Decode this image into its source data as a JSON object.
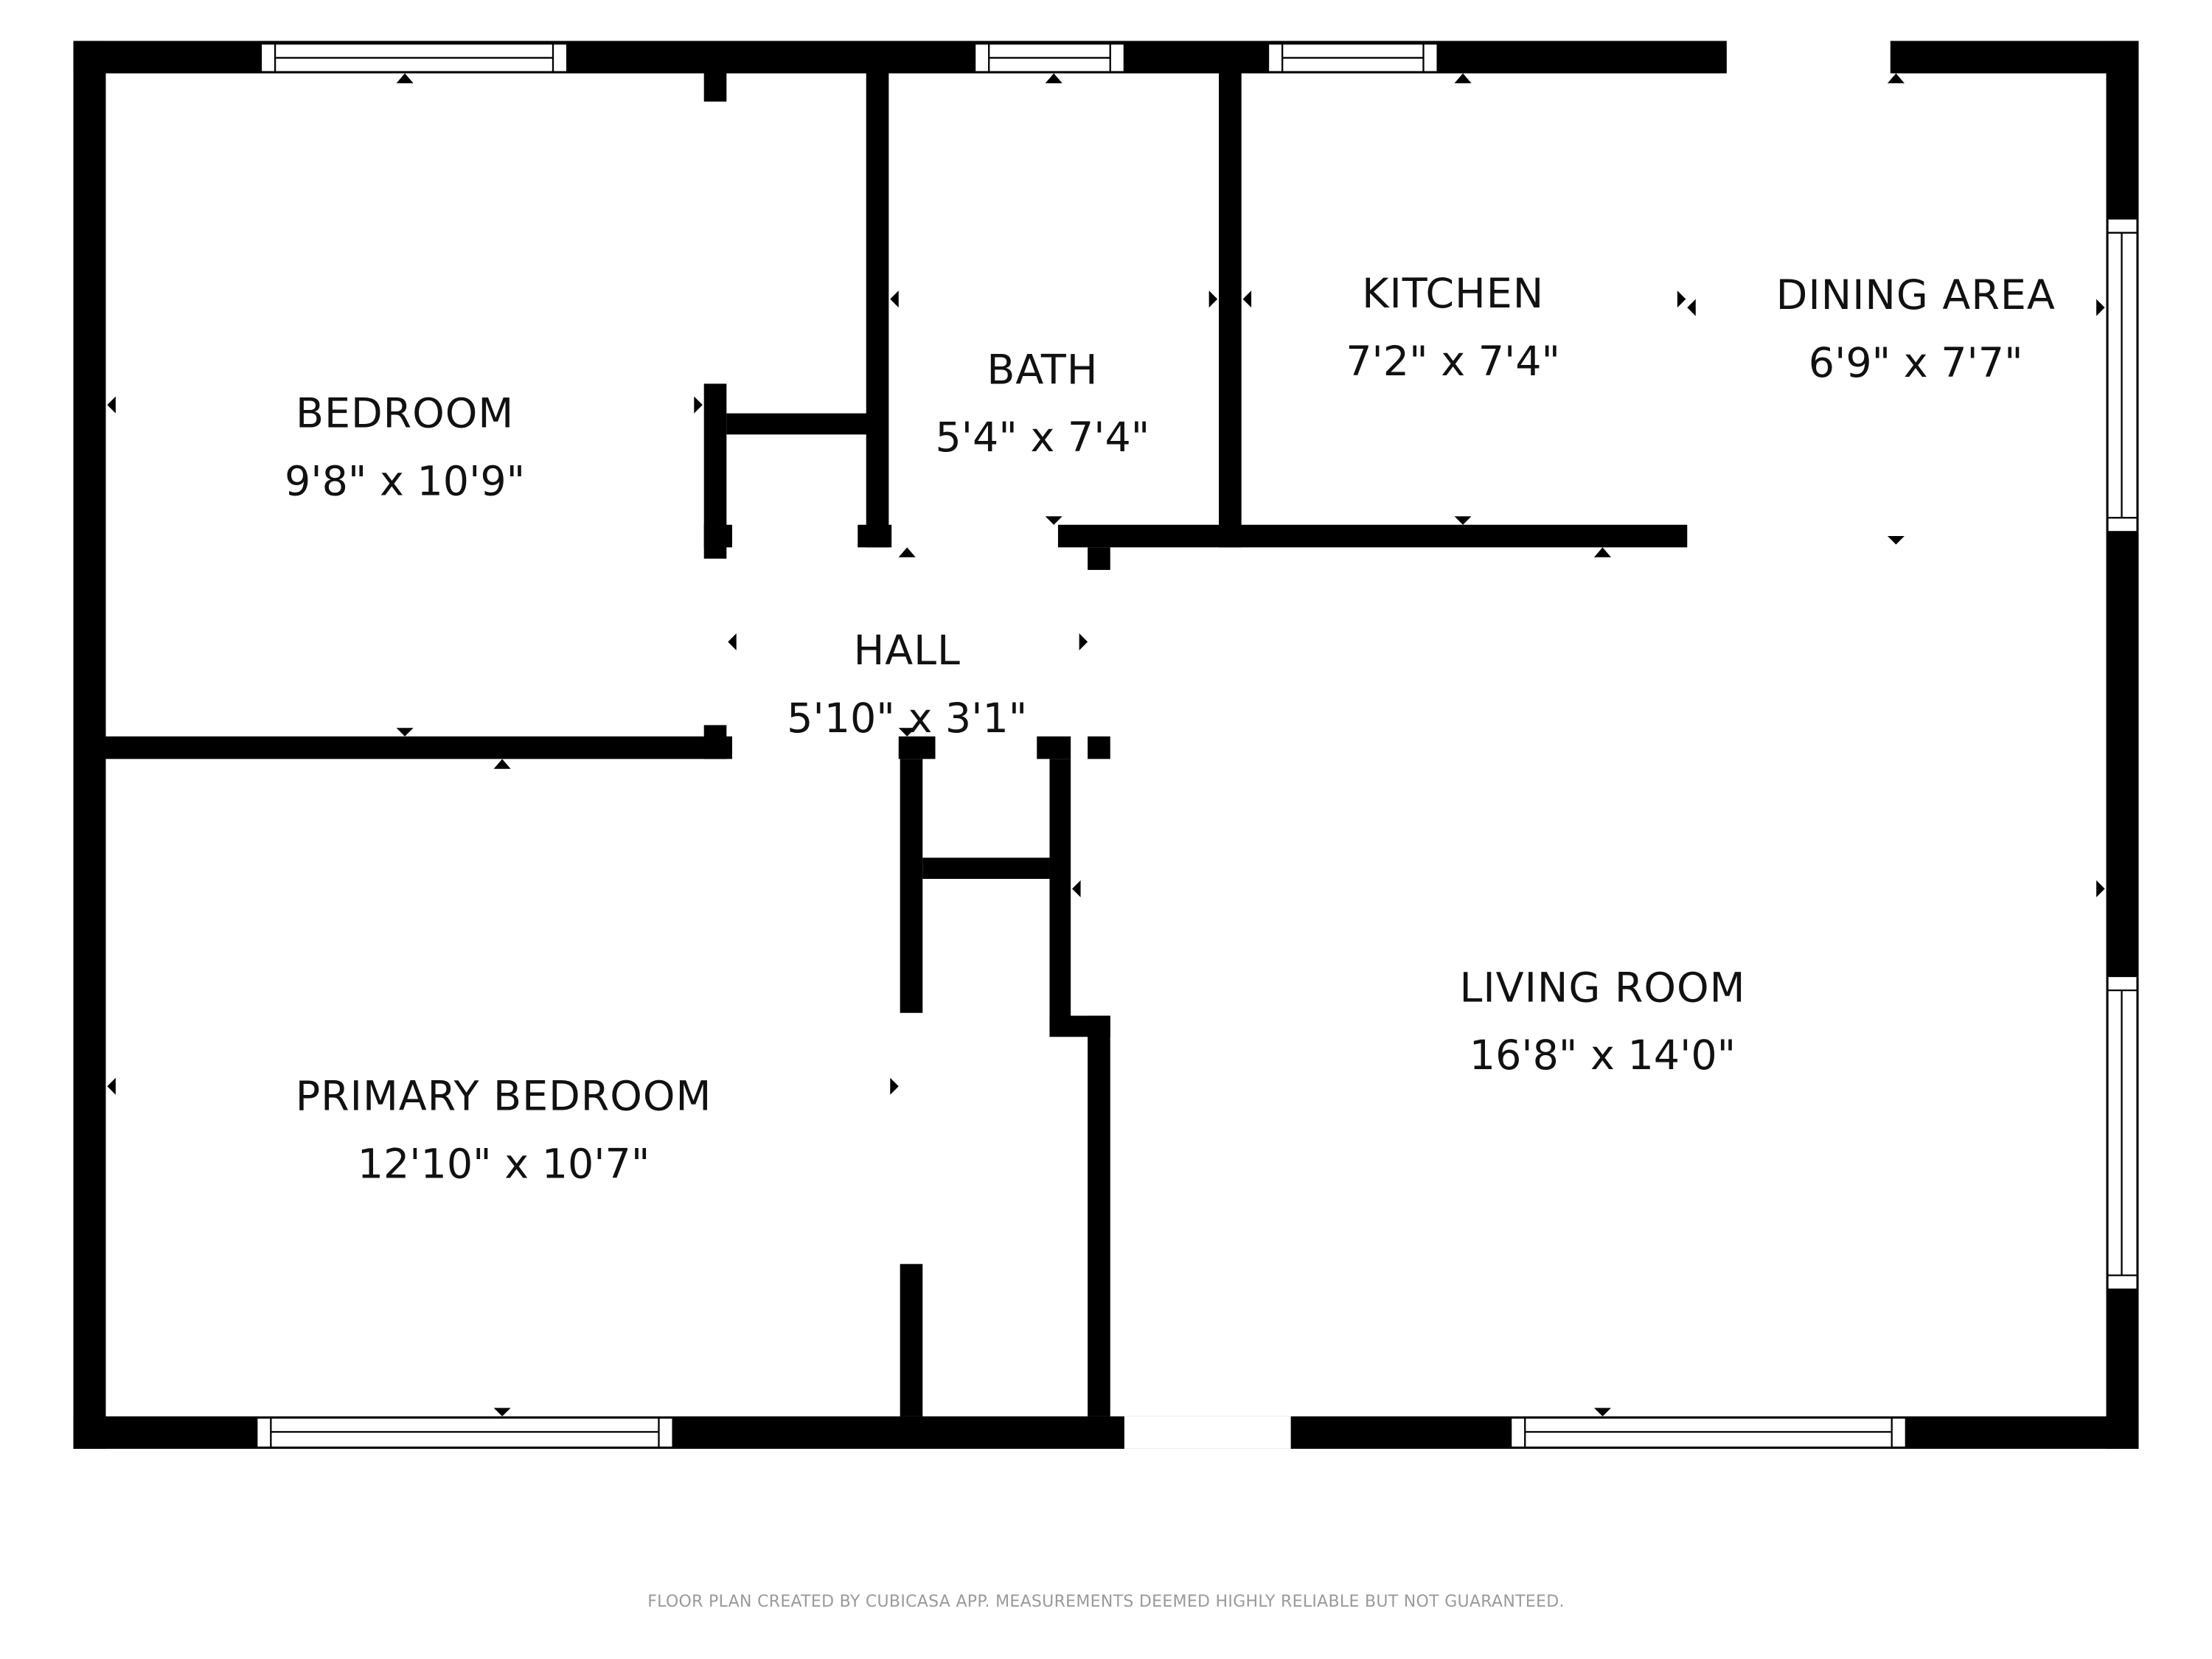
{
  "rooms": [
    {
      "id": "bedroom",
      "name": "BEDROOM",
      "dimensions": "9'8\" x 10'9\""
    },
    {
      "id": "bath",
      "name": "BATH",
      "dimensions": "5'4\" x 7'4\""
    },
    {
      "id": "kitchen",
      "name": "KITCHEN",
      "dimensions": "7'2\" x 7'4\""
    },
    {
      "id": "dining",
      "name": "DINING AREA",
      "dimensions": "6'9\" x 7'7\""
    },
    {
      "id": "hall",
      "name": "HALL",
      "dimensions": "5'10\" x 3'1\""
    },
    {
      "id": "primary_bedroom",
      "name": "PRIMARY BEDROOM",
      "dimensions": "12'10\" x 10'7\""
    },
    {
      "id": "living_room",
      "name": "LIVING ROOM",
      "dimensions": "16'8\" x 14'0\""
    }
  ],
  "footer": {
    "disclaimer": "FLOOR PLAN CREATED BY CUBICASA APP. MEASUREMENTS DEEMED HIGHLY RELIABLE BUT NOT GUARANTEED."
  },
  "colors": {
    "wall": "#000000",
    "background": "#ffffff",
    "footer_text": "#9a9a9a"
  }
}
